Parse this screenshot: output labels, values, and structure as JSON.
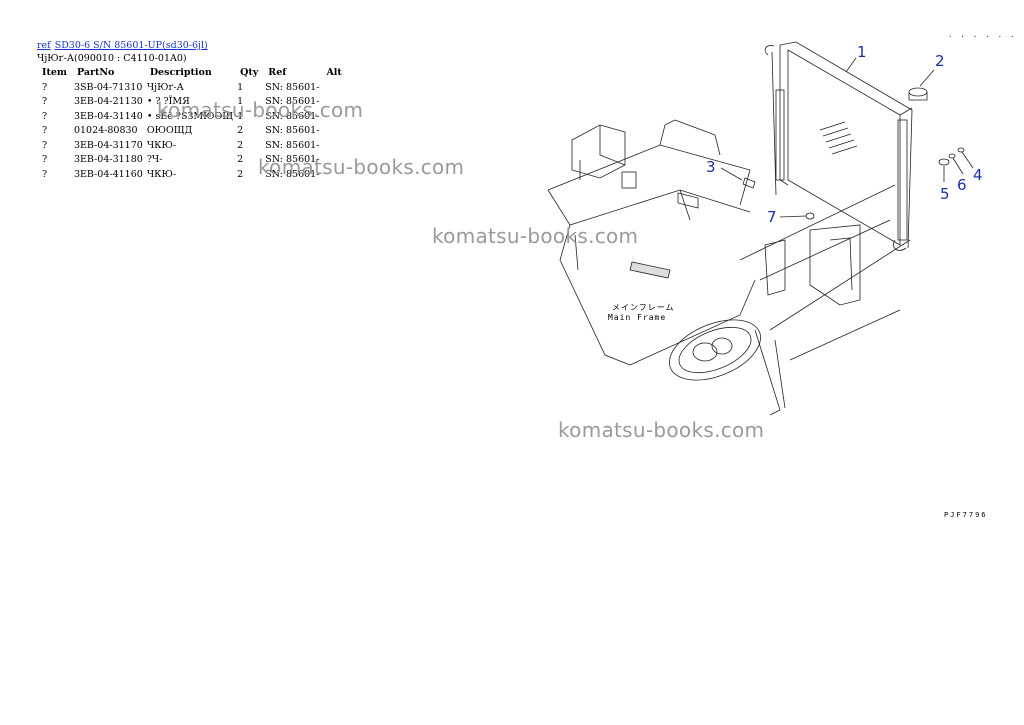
{
  "breadcrumb": {
    "ref_link": "ref",
    "model_link": "SD30-6 S/N  85601-UP(sd30-6jl)"
  },
  "group_code": "ЧјЮґ-А(090010 : C4110-01A0)",
  "table": {
    "headers": {
      "item": "Item",
      "part_no": "PartNo",
      "description": "Description",
      "qty": "Qty",
      "ref": "Ref",
      "alt": "Alt"
    },
    "rows": [
      {
        "item": "?",
        "part_no": "3SB-04-71310",
        "description": "ЧјЮґ-А",
        "qty": "1",
        "ref": "SN: 85601-"
      },
      {
        "item": "?",
        "part_no": "3EB-04-21130",
        "description": "• ? ?ЇМЯ",
        "qty": "1",
        "ref": "SN: 85601-"
      },
      {
        "item": "?",
        "part_no": "3EB-04-31140",
        "description": "• ѕЁё ?ЅЗМЮОЩ",
        "qty": "1",
        "ref": "SN: 85601-"
      },
      {
        "item": "?",
        "part_no": "01024-80830",
        "description": "ОЮОЩД",
        "qty": "2",
        "ref": "SN: 85601-"
      },
      {
        "item": "?",
        "part_no": "3EB-04-31170",
        "description": "ЧКЮ-",
        "qty": "2",
        "ref": "SN: 85601-"
      },
      {
        "item": "?",
        "part_no": "3EB-04-31180",
        "description": "?Ч-",
        "qty": "2",
        "ref": "SN: 85601-"
      },
      {
        "item": "?",
        "part_no": "3EB-04-41160",
        "description": "ЧКЮ-",
        "qty": "2",
        "ref": "SN: 85601-"
      }
    ]
  },
  "watermark": "komatsu-books.com",
  "diagram": {
    "callouts": [
      "1",
      "2",
      "3",
      "4",
      "5",
      "6",
      "7"
    ],
    "frame_label_jp": "メインフレーム",
    "frame_label_en": "Main Frame",
    "drawing_code": "PJF7796",
    "corner_code": "· · · · · ·"
  },
  "colors": {
    "link": "#1a33cc",
    "callout": "#1a2fa8",
    "watermark": "#9a9a9a"
  }
}
